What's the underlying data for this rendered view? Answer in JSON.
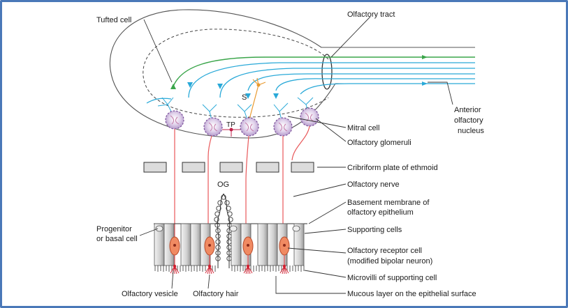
{
  "labels": {
    "tufted_cell": "Tufted cell",
    "olfactory_tract": "Olfactory tract",
    "anterior_line1": "Anterior",
    "anterior_line2": "olfactory",
    "anterior_line3": "nucleus",
    "mitral_cell": "Mitral cell",
    "olfactory_glomeruli": "Olfactory glomeruli",
    "cribriform": "Cribriform  plate of ethmoid",
    "olfactory_nerve": "Olfactory nerve",
    "basement_line1": "Basement membrane of",
    "basement_line2": "olfactory epithelium",
    "supporting_cells": "Supporting cells",
    "receptor_line1": "Olfactory receptor cell",
    "receptor_line2": "(modified bipolar neuron)",
    "microvilli": "Microvilli of supporting cell",
    "mucous": "Mucous layer on the epithelial surface",
    "progenitor_line1": "Progenitor",
    "progenitor_line2": "or basal cell",
    "olfactory_vesicle": "Olfactory vesicle",
    "olfactory_hair": "Olfactory hair",
    "og": "OG",
    "s": "S",
    "tp": "TP"
  },
  "colors": {
    "border": "#4a78b8",
    "axon_cyan": "#29a9d8",
    "axon_green": "#3aa54a",
    "nerve_red": "#e8585a",
    "receptor_fill": "#f08a62",
    "glomerulus_fill": "#c9b3d9",
    "glomerulus_stroke": "#7a4f9a",
    "s_cell": "#e89a30",
    "plate_fill": "#dcdcdc"
  }
}
